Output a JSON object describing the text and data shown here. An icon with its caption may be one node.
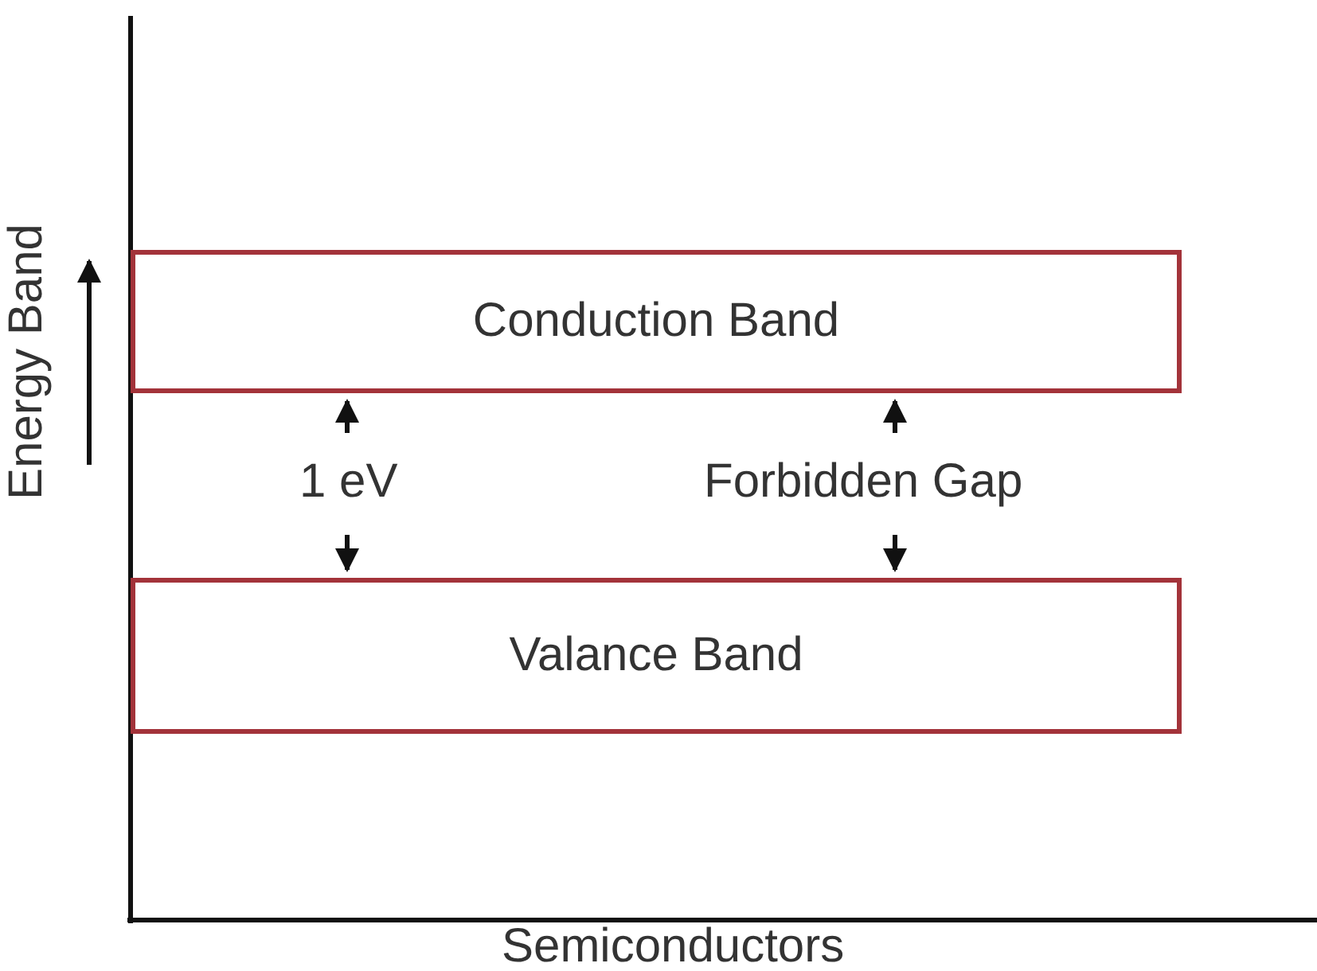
{
  "diagram": {
    "nodes": [
      {
        "text": [
          "Conduction Band"
        ]
      },
      {
        "text": [
          "Valance Band"
        ]
      }
    ],
    "labels": [
      "Energy Band",
      "1 eV",
      "Forbidden Gap",
      "Semiconductors"
    ]
  }
}
